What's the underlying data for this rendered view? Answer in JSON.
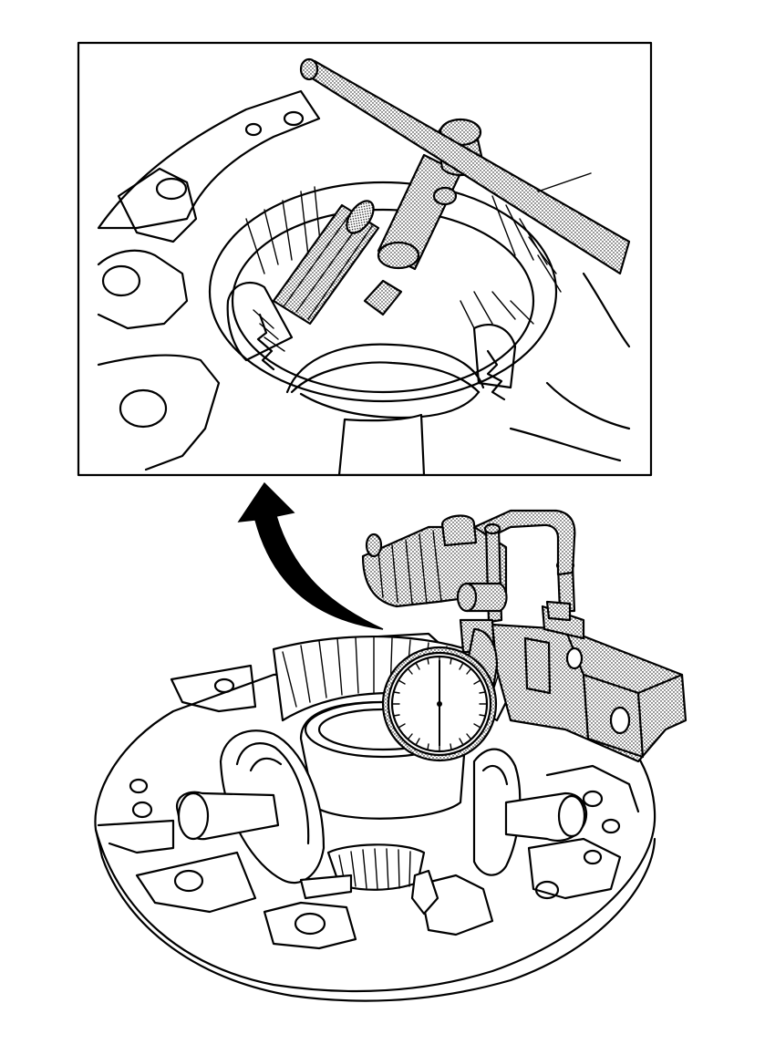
{
  "figure": {
    "background": "#ffffff",
    "line_color": "#000000",
    "shading": "stipple",
    "icons": [
      "detail-inset",
      "curved-arrow-icon",
      "dial-indicator",
      "differential-case"
    ]
  }
}
